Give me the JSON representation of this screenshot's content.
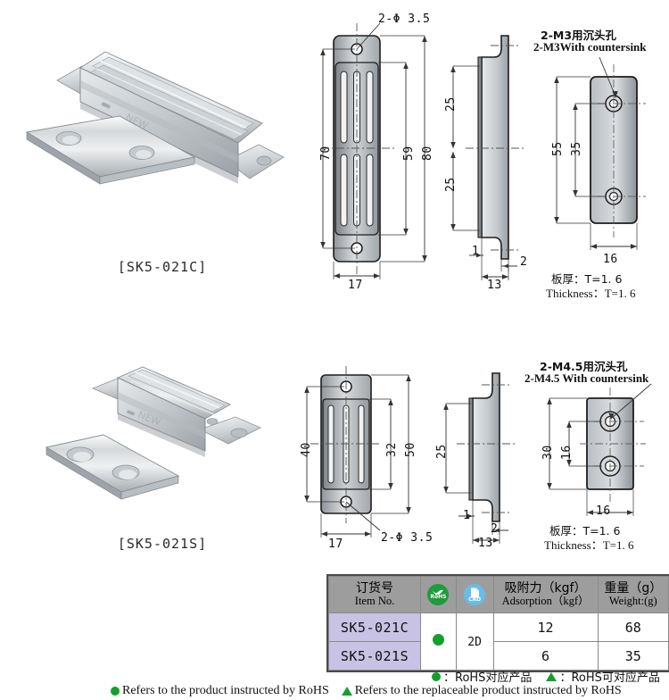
{
  "page": {
    "background": "#ffffff",
    "accent_green": "#12a02c",
    "table_header_bg": "#9d9d9d",
    "table_item_bg": "#c8c3e4"
  },
  "products": [
    {
      "id": "sk5-021c",
      "caption": "[SK5-021C]",
      "front_view": {
        "dims": {
          "hole_note": "2-Φ 3.5",
          "overall_height": "80",
          "body_height": "70",
          "slot_height": "59",
          "width": "17"
        }
      },
      "side_view": {
        "dims": {
          "upper_spacing": "25",
          "lower_spacing": "25",
          "flange": "1",
          "tab": "2",
          "depth": "13"
        }
      },
      "plate_view": {
        "note_cn": "2-M3用沉头孔",
        "note_en": "2-M3With countersink",
        "dims": {
          "height": "55",
          "hole_spacing": "35",
          "width": "16"
        },
        "thickness_cn": "板厚：T=1. 6",
        "thickness_en": "Thickness：T=1. 6"
      }
    },
    {
      "id": "sk5-021s",
      "caption": "[SK5-021S]",
      "front_view": {
        "dims": {
          "hole_note": "2-Φ 3.5",
          "overall_height": "50",
          "body_height": "40",
          "slot_height": "32",
          "width": "17"
        }
      },
      "side_view": {
        "dims": {
          "spacing": "25",
          "flange": "1",
          "tab": "2",
          "depth": "13"
        }
      },
      "plate_view": {
        "note_cn": "2-M4.5用沉头孔",
        "note_en": "2-M4.5 With countersink",
        "dims": {
          "height": "30",
          "hole_spacing": "16",
          "width": "16"
        },
        "thickness_cn": "板厚：T=1. 6",
        "thickness_en": "Thickness：T=1. 6"
      }
    }
  ],
  "spec_table": {
    "headers": [
      {
        "cn": "订货号",
        "en": "Item No."
      },
      {
        "icon": "rohs-badge",
        "label": "RoHS"
      },
      {
        "icon": "cad-badge",
        "label": "CAD"
      },
      {
        "cn": "吸附力（kgf）",
        "en": "Adsorption（kgf）"
      },
      {
        "cn": "重量（g）",
        "en": "Weight:(g)"
      }
    ],
    "cad_value": "2D",
    "rows": [
      {
        "item": "SK5-021C",
        "adsorption": "12",
        "weight": "68"
      },
      {
        "item": "SK5-021S",
        "adsorption": "6",
        "weight": "35"
      }
    ]
  },
  "legend": {
    "cn_dot": "：RoHS对应产品",
    "cn_tri": "：RoHS可对应产品",
    "en_dot": "Refers to the product instructed by RoHS",
    "en_tri": "Refers to the replaceable product instructed by RoHS"
  }
}
